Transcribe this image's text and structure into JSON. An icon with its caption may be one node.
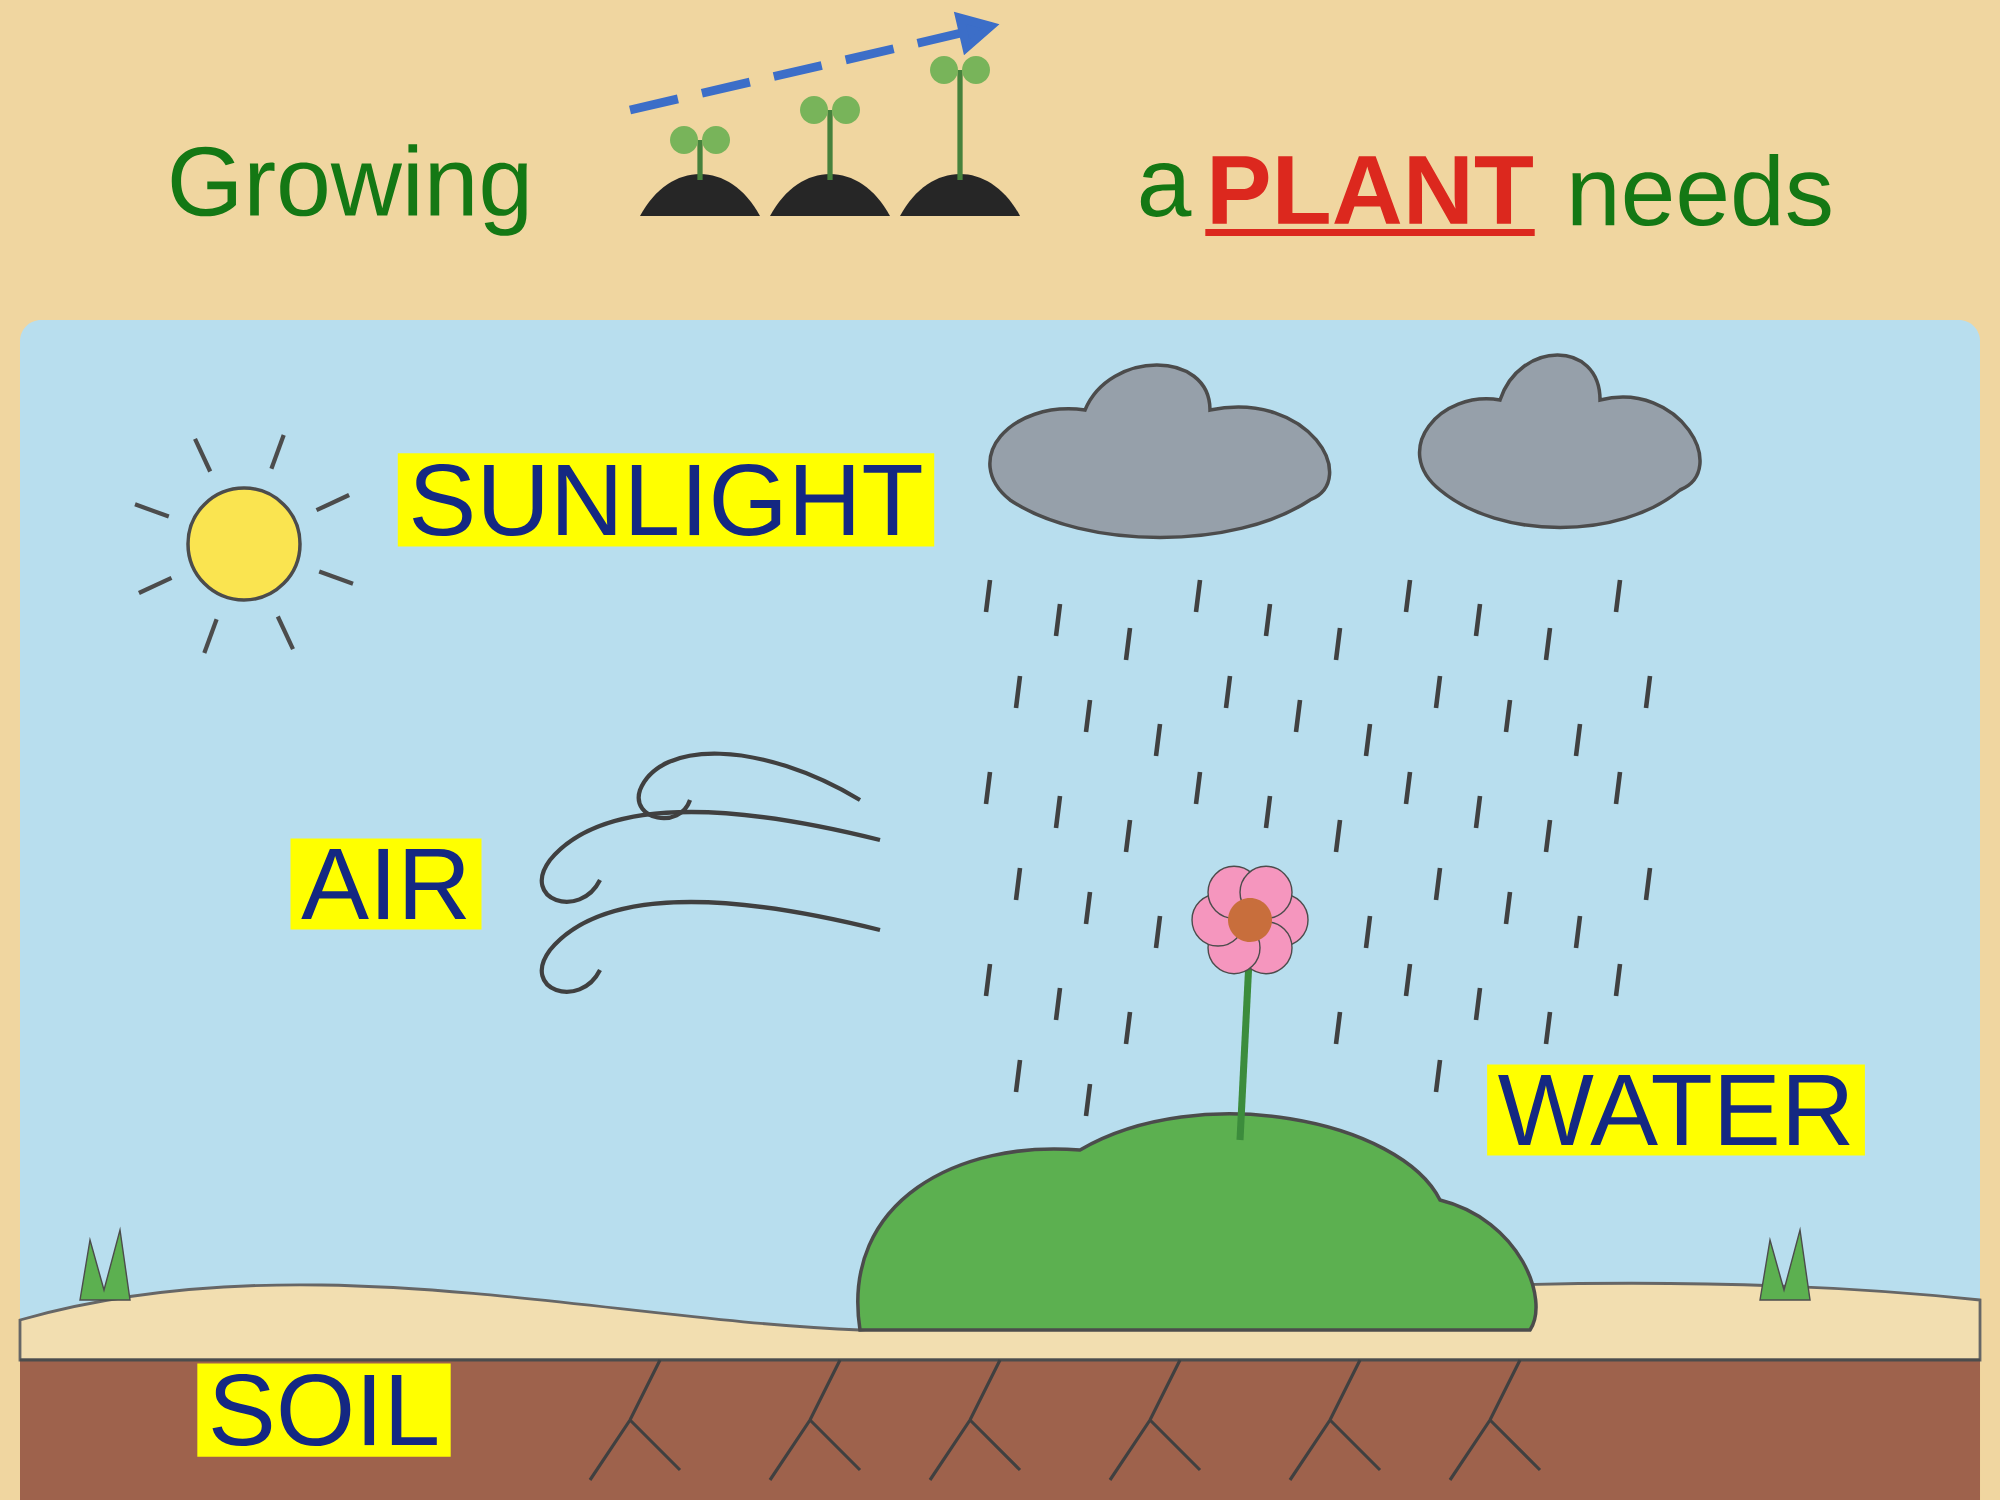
{
  "diagram": {
    "nodes": [
      {
        "text": [
          "SUNLIGHT"
        ]
      },
      {
        "text": [
          "AIR"
        ]
      },
      {
        "text": [
          "WATER"
        ]
      },
      {
        "text": [
          "SOIL"
        ]
      }
    ],
    "labels": [
      "Growing",
      "a",
      "PLANT",
      "needs"
    ]
  }
}
